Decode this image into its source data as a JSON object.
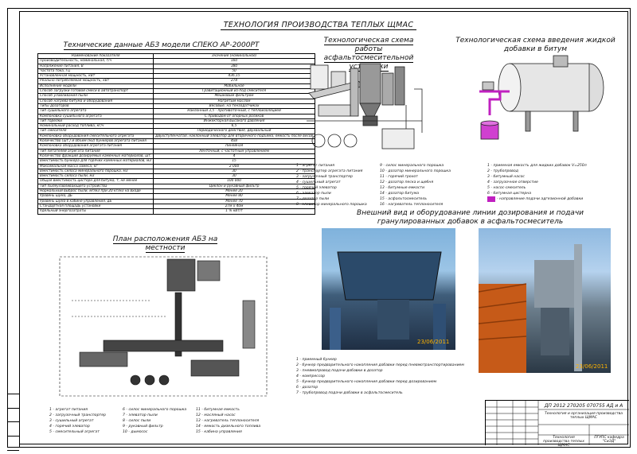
{
  "sheet": {
    "title": "ТЕХНОЛОГИЯ ПРОИЗВОДСТВА ТЕПЛЫХ ЩМАС"
  },
  "spec_section": {
    "title": "Технические данные АБЗ модели СПЕКО АР-2000РТ",
    "header": [
      "Наименование показателя",
      "Значение (номинальное)"
    ],
    "rows": [
      [
        "Производительность, номинальная, т/ч",
        "160"
      ],
      [
        "Напряжение питания, В",
        "380"
      ],
      [
        "Частота тока, Гц",
        "50"
      ],
      [
        "Установленная мощность, кВт",
        "436,15"
      ],
      [
        "Реально потребляемая мощность, кВт",
        "278"
      ],
      [
        "Исполнение модели",
        "Мобильное"
      ],
      [
        "Способ загрузки готовой смеси в автотранспорт",
        "Гравитационный из-под смесителя"
      ],
      [
        "Способ улавливания пыли",
        "Мешковым фильтром"
      ],
      [
        "Способ нагрева битума и оборудования",
        "Нагретым маслом"
      ],
      [
        "Типы дозаторов",
        "Весовые, на тензодатчиках"
      ],
      [
        "Тип сушильного агрегата",
        "Наклонный 3,5 - противоточный, с теплоизоляцией"
      ],
      [
        "Компоновка сушильного агрегата",
        "С приводом от опорных роликов"
      ],
      [
        "Тип горелки",
        "Инжекторная высокого давления"
      ],
      [
        "Номинальный расход топлива, кг/ч",
        "6,5"
      ],
      [
        "Тип смесителя",
        "Периодического действия, двухвальный"
      ],
      [
        "Компоновка оборудования смесительного агрегата",
        "Двухступенчатая, наклонный элеватор для вторичного подъёма, емкость после весов"
      ],
      [
        "Количество (шт.) и объем (м3) бункеров агрегата питания",
        "4х8"
      ],
      [
        "Компоновка оборудования агрегата питания",
        "Линейная"
      ],
      [
        "Тип питателей агрегата питания",
        "Ленточный, с частотным управлением"
      ],
      [
        "Количество фракций дозируемых каменных материалов, шт.",
        "4"
      ],
      [
        "Вместимость бункера для горячих каменных материалов, м3",
        "15"
      ],
      [
        "Максимальная масса замеса, кг",
        "2 000"
      ],
      [
        "Вместимость силоса минерального порошка, м3",
        "30"
      ],
      [
        "Вместимость силоса пыли, м3",
        "30"
      ],
      [
        "Общая вместимость цистерн для битума, т, не менее",
        "100 000"
      ],
      [
        "Тип пылеулавливающего устройства",
        "Циклон и рукавный фильтр"
      ],
      [
        "Нормальный выброс пыли, мг/м3 при 20 кг/м3 на входе",
        "Менее 20"
      ],
      [
        "Уровень шума, дБ",
        "Менее 80"
      ],
      [
        "Уровень шума в кабине управления, дБ",
        "Менее 70"
      ],
      [
        "Стандартная площадь установки",
        "27м х 40м"
      ],
      [
        "Удельный энергозатраты",
        "1 % кВт/т"
      ]
    ]
  },
  "plan_section": {
    "title": "План расположения АБЗ на местности",
    "legend": [
      [
        "1 - агрегат питания",
        "6 - силос минерального порошка",
        "11 - битумная емкость"
      ],
      [
        "2 - загрузочный транспортер",
        "7 - элеватор пыли",
        "12 - масляный насос"
      ],
      [
        "3 - сушильный агрегат",
        "8 - силос пыли",
        "13 - нагреватель теплоносителя"
      ],
      [
        "4 - горячий элеватор",
        "9 - рукавный фильтр",
        "14 - емкость дизельного топлива"
      ],
      [
        "5 - смесительный агрегат",
        "10 - дымосос",
        "15 - кабина управления"
      ]
    ]
  },
  "scheme_section": {
    "title": "Технологическая схема работы асфальтосмесительной установки",
    "legend": [
      [
        "1 - агрегат питания",
        "9 - силос минерального порошка"
      ],
      [
        "2 - транспортер агрегата питания",
        "10 - дозатор минерального порошка"
      ],
      [
        "3 - загрузочный транспортер",
        "11 - горячий грохот"
      ],
      [
        "4 - сушильный агрегат",
        "12 - дозатор песка и щебня"
      ],
      [
        "5 - горячий элеватор",
        "13 - битумные емкости"
      ],
      [
        "6 - элеватор пыли",
        "14 - дозатор битума"
      ],
      [
        "7 - дозатор пыли",
        "15 - асфальтосмеситель"
      ],
      [
        "8 - элеватор минерального порошка",
        "16 - нагреватель теплоносителя"
      ]
    ]
  },
  "additive_section": {
    "title": "Технологическая схема введения жидкой добавки в битум",
    "legend": [
      "1 - приемная емкость для жидких добавок V=250л",
      "2 - трубопровод",
      "3 - битумный насос",
      "4 - загрузочное отверстие",
      "5 - насос-смеситель",
      "6 - битумная цистерна",
      "- направление подачи адгезионной добавки"
    ]
  },
  "photo_section": {
    "title": "Внешний вид и оборудование линии дозирования и подачи гранулированных добавок в асфальтосмеситель",
    "photo1_date": "23/06/2011",
    "photo2_date": "23/06/2011",
    "legend": [
      "1 - приемный бункер",
      "2 - бункер предварительного накопления добавки перед пневмотранспортированием",
      "3 - пневмопровод подачи добавки в дозатор",
      "4 - компрессор",
      "5 - бункер предварительного накопления добавки перед дозированием",
      "6 - дозатор",
      "7 - трубопровод подачи добавки в асфальтосмеситель"
    ]
  },
  "stamp": {
    "code": "ДП 2012 270205 070755 АД и А",
    "line1": "Технология и организация производства теплых ЩМАС",
    "line2": "Технология производства теплых ЩМАС",
    "line3": "ПГУПС кафедра \"СиЭД\""
  }
}
